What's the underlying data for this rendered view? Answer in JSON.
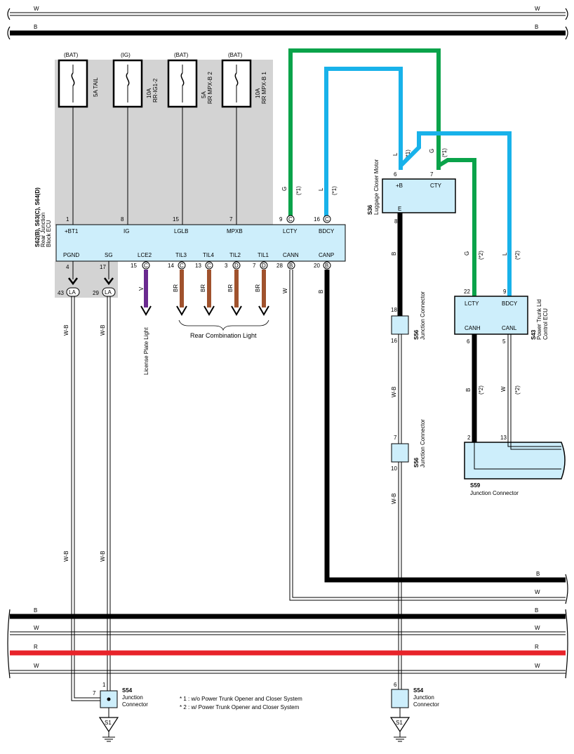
{
  "colors": {
    "green": "#0aa34a",
    "blue": "#18b2ea",
    "violet": "#6a2a8f",
    "brown": "#a0522d",
    "red": "#e8232a",
    "ecu_fill": "#cdeefb",
    "shade": "#d3d3d3"
  },
  "buses": {
    "top_w": "W",
    "top_b": "B",
    "bottom_b": "B",
    "bottom_w1": "W",
    "bottom_r": "R",
    "bottom_w2": "W"
  },
  "fuses": [
    {
      "supply": "(BAT)",
      "label": "5A TAIL"
    },
    {
      "supply": "(IG)",
      "label_line1": "10A",
      "label_line2": "RR-IG1-2"
    },
    {
      "supply": "(BAT)",
      "label_line1": "5A",
      "label_line2": "RR MPX-B 2"
    },
    {
      "supply": "(BAT)",
      "label_line1": "10A",
      "label_line2": "RR MPX-B 1"
    }
  ],
  "ecu": {
    "id_line1": "S62(B), S63(C), S64(D)",
    "id_line2": "Rear Junction",
    "id_line3": "Block ECU",
    "top_pins": [
      {
        "num": "1",
        "name": "+BT1"
      },
      {
        "num": "8",
        "name": "IG"
      },
      {
        "num": "15",
        "name": "LGLB"
      },
      {
        "num": "7",
        "name": "MPXB"
      },
      {
        "num": "9",
        "conn": "C",
        "name": "LCTY"
      },
      {
        "num": "16",
        "conn": "C",
        "name": "BDCY"
      }
    ],
    "bottom_pins": [
      {
        "num": "4",
        "name": "PGND"
      },
      {
        "num": "17",
        "name": "SG"
      },
      {
        "num": "15",
        "conn": "C",
        "name": "LCE2"
      },
      {
        "num": "14",
        "conn": "C",
        "name": "TIL3"
      },
      {
        "num": "13",
        "conn": "C",
        "name": "TIL4"
      },
      {
        "num": "3",
        "conn": "D",
        "name": "TIL2"
      },
      {
        "num": "7",
        "conn": "D",
        "name": "TIL1"
      },
      {
        "num": "28",
        "conn": "B",
        "name": "CANN"
      },
      {
        "num": "20",
        "conn": "B",
        "name": "CANP"
      }
    ]
  },
  "wire_labels": {
    "g": "G",
    "l": "L",
    "v": "V",
    "br": "BR",
    "w": "W",
    "b": "B",
    "wb": "W-B",
    "note1": "(*1)",
    "note2": "(*2)"
  },
  "la": {
    "pin_a": "43",
    "pin_b": "29",
    "conn": "LA"
  },
  "loads": {
    "license": "License Plate Light",
    "rear_combo": "Rear Combination Light"
  },
  "motor": {
    "id": "S36",
    "name": "Luggage Closer Motor",
    "pin_b": {
      "num": "6",
      "name": "+B"
    },
    "pin_cty": {
      "num": "7",
      "name": "CTY"
    },
    "pin_e": {
      "num": "8",
      "name": "E"
    }
  },
  "ptl": {
    "id": "S43",
    "name_line1": "Power Trunk Lid",
    "name_line2": "Control ECU",
    "pins": [
      {
        "num": "22",
        "name": "LCTY"
      },
      {
        "num": "9",
        "name": "BDCY"
      },
      {
        "num": "6",
        "name": "CANH"
      },
      {
        "num": "5",
        "name": "CANL"
      }
    ]
  },
  "s56a": {
    "id": "S56",
    "name": "Junction Connector",
    "pin_top": "18",
    "pin_bottom": "16"
  },
  "s56b": {
    "id": "S56",
    "name": "Junction Connector",
    "pin_top": "7",
    "pin_bottom": "10"
  },
  "s59": {
    "id": "S59",
    "name": "Junction Connector",
    "pin_a": "2",
    "pin_b": "13"
  },
  "s54a": {
    "id": "S54",
    "name_line1": "Junction",
    "name_line2": "Connector",
    "pin_top": "1",
    "pin_side": "7"
  },
  "s54b": {
    "id": "S54",
    "name_line1": "Junction",
    "name_line2": "Connector",
    "pin_top": "6"
  },
  "grounds": {
    "g1": "S1",
    "g2": "S1"
  },
  "notes": {
    "n1": "* 1 : w/o Power Trunk Opener and Closer System",
    "n2": "* 2 : w/ Power Trunk Opener and Closer System"
  }
}
